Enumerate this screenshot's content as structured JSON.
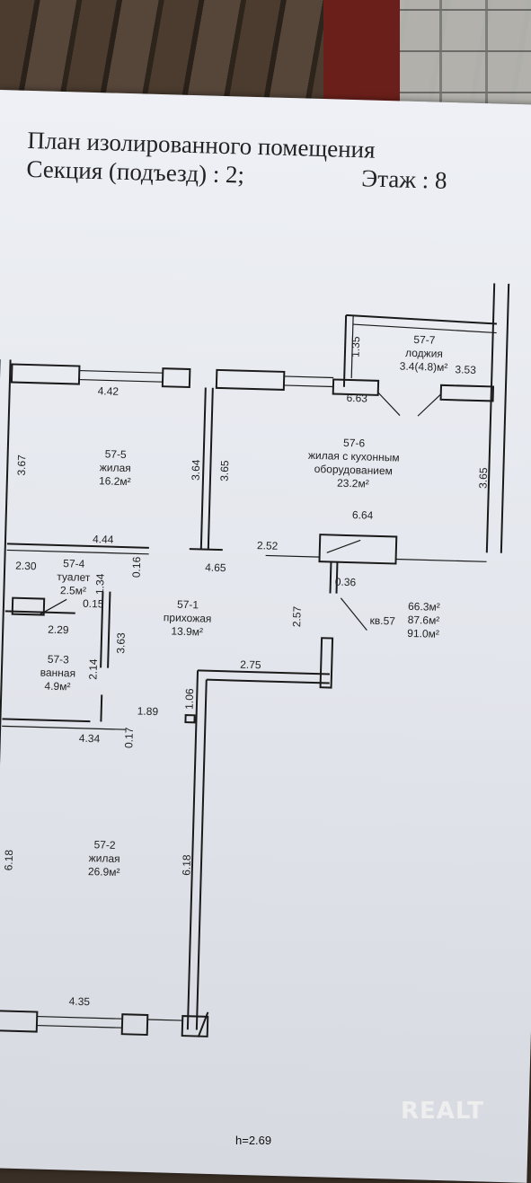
{
  "title_line1": "План изолированного помещения",
  "title_section": "Секция (подъезд) : 2;",
  "title_floor": "Этаж : 8",
  "rooms": [
    {
      "id": "57-7",
      "name": "лоджия",
      "area": "3.4(4.8)м²"
    },
    {
      "id": "57-6",
      "name": "жилая с кухонным",
      "name2": "оборудованием",
      "area": "23.2м²"
    },
    {
      "id": "57-5",
      "name": "жилая",
      "area": "16.2м²"
    },
    {
      "id": "57-4",
      "name": "туалет",
      "area": "2.5м²"
    },
    {
      "id": "57-1",
      "name": "прихожая",
      "area": "13.9м²"
    },
    {
      "id": "57-3",
      "name": "ванная",
      "area": "4.9м²"
    },
    {
      "id": "57-2",
      "name": "жилая",
      "area": "26.9м²"
    }
  ],
  "apartment": {
    "label": "кв.57",
    "area1": "66.3м²",
    "area2": "87.6м²",
    "area3": "91.0м²"
  },
  "dims": {
    "d442": "4.42",
    "d663": "6.63",
    "d353": "3.53",
    "d135": "1.35",
    "d367": "3.67",
    "d364": "3.64",
    "d365a": "3.65",
    "d365b": "3.65",
    "d664": "6.64",
    "d444": "4.44",
    "d252": "2.52",
    "d465": "4.65",
    "d230": "2.30",
    "d016a": "0.16",
    "d134": "1.34",
    "d015": "0.15",
    "d036": "0.36",
    "d229": "2.29",
    "d257": "2.57",
    "d363": "3.63",
    "d214": "2.14",
    "d275": "2.75",
    "d189": "1.89",
    "d106": "1.06",
    "d434": "4.34",
    "d017": "0.17",
    "d618a": "6.18",
    "d618b": "6.18",
    "d435": "4.35"
  },
  "footer": "h=2.69",
  "watermark": "REALT"
}
